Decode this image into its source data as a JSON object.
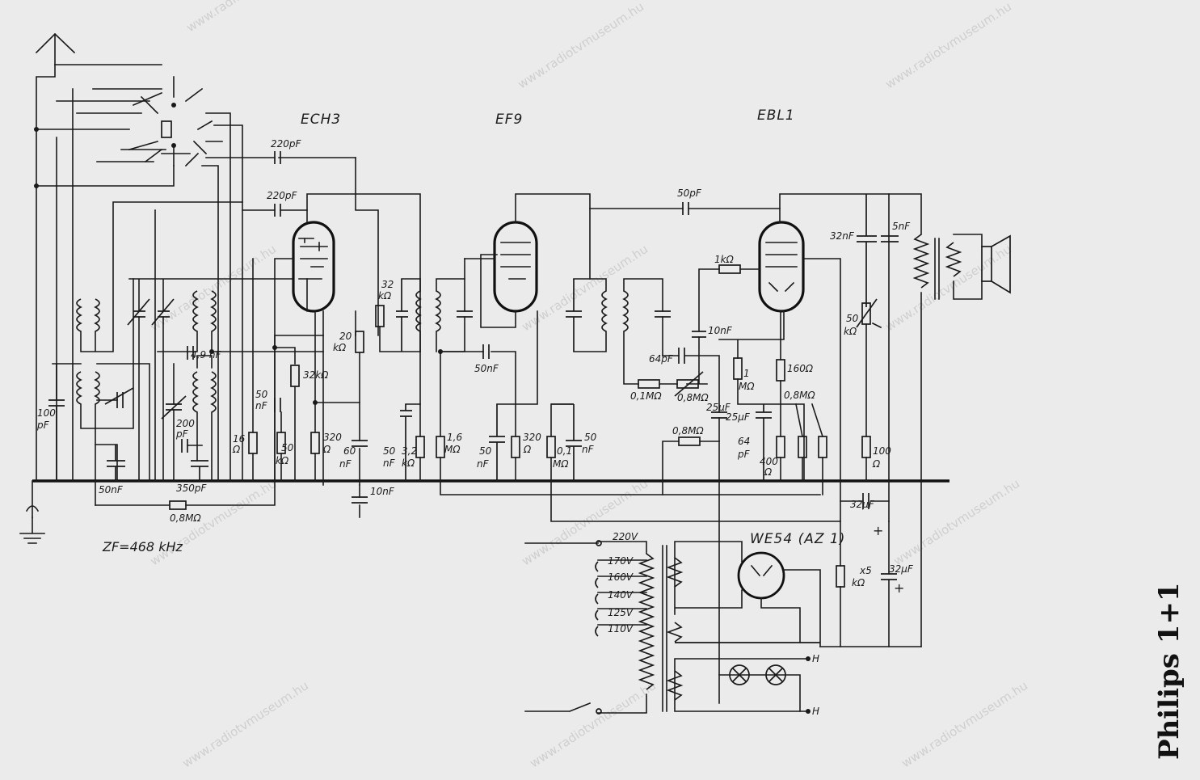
{
  "tubes": [
    "ECH3",
    "EF9",
    "EBL1",
    "WE54 (AZ 1)"
  ],
  "watermark": "www.radiotvmuseum.hu",
  "brand": "Philips 1+1",
  "if_label": "ZF=468 kHz",
  "labels": {
    "c220pf_a": "220pF",
    "c220pf_b": "220pF",
    "c50pf": "50pF",
    "c32nf": "32nF",
    "c5nf": "5nF",
    "r1k": "1kΩ",
    "c10nf_a": "10nF",
    "c64pf_a": "64pF",
    "r01m": "0,1MΩ",
    "r08m_a": "0,8MΩ",
    "r1m_1": "1",
    "r1m_2": "MΩ",
    "c25uf": "25µF",
    "r160": "160Ω",
    "r08m_b": "0,8MΩ",
    "r08m_c": "0,8MΩ",
    "c64pf_b1": "64",
    "c64pf_b2": "pF",
    "r400_1": "400",
    "r400_2": "Ω",
    "r100_1": "100",
    "r100_2": "Ω",
    "r50k_1": "50",
    "r50k_2": "kΩ",
    "c32uf_a": "32µF",
    "c32uf_b": "32µF",
    "rx5_1": "x5",
    "rx5_2": "kΩ",
    "c100pf_1": "100",
    "c100pf_2": "pF",
    "c49nf": "4,9 nF",
    "c200pf_1": "200",
    "c200pf_2": "pF",
    "c50nf_a": "50nF",
    "c350pf": "350pF",
    "r08m_d": "0,8MΩ",
    "r16_1": "16",
    "r16_2": "Ω",
    "c50nf_b1": "50",
    "c50nf_b2": "nF",
    "r50k_b1": "50",
    "r50k_b2": "kΩ",
    "r32k_a": "32kΩ",
    "r20k_1": "20",
    "r20k_2": "kΩ",
    "r320_a1": "320",
    "r320_a2": "Ω",
    "c60nf_1": "60",
    "c60nf_2": "nF",
    "c10nf_b": "10nF",
    "r32k_b1": "32",
    "r32k_b2": "kΩ",
    "c50nf_c1": "50",
    "c50nf_c2": "nF",
    "r32k_c1": "3,2",
    "r32k_c2": "kΩ",
    "r16m_1": "1,6",
    "r16m_2": "MΩ",
    "c50nf_d": "50nF",
    "c50nf_e1": "50",
    "c50nf_e2": "nF",
    "r320_b1": "320",
    "r320_b2": "Ω",
    "r01m_b1": "0,1",
    "r01m_b2": "MΩ",
    "c50nf_f1": "50",
    "c50nf_f2": "nF",
    "v220": "220V",
    "v170": "170V",
    "v160": "160V",
    "v140": "140V",
    "v125": "125V",
    "v110": "110V",
    "h1": "H",
    "h2": "H"
  }
}
